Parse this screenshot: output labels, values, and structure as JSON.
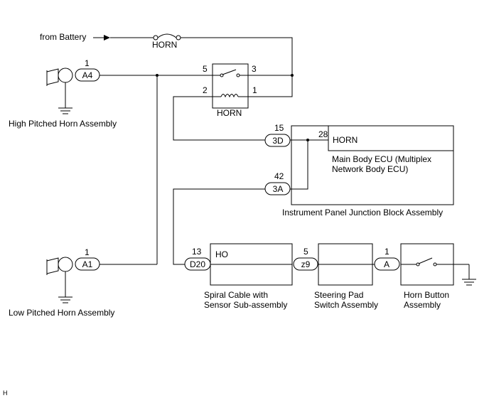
{
  "source": {
    "from_battery": "from Battery",
    "fuse": "HORN"
  },
  "relay": {
    "label": "HORN",
    "pin5": "5",
    "pin3": "3",
    "pin2": "2",
    "pin1": "1"
  },
  "high_horn": {
    "label": "High Pitched Horn Assembly",
    "connector": "A4",
    "pin": "1"
  },
  "low_horn": {
    "label": "Low Pitched Horn Assembly",
    "connector": "A1",
    "pin": "1"
  },
  "junction_block": {
    "label": "Instrument Panel Junction Block Assembly",
    "conn_top": "3D",
    "pin_top": "15",
    "conn_bottom": "3A",
    "pin_bottom": "42"
  },
  "main_ecu": {
    "label_line1": "Main Body ECU (Multiplex",
    "label_line2": "Network Body ECU)",
    "terminal": "HORN",
    "pin": "28"
  },
  "spiral": {
    "label_line1": "Spiral Cable with",
    "label_line2": "Sensor Sub-assembly",
    "terminal": "HO",
    "connector": "D20",
    "pin": "13"
  },
  "steering_pad": {
    "label_line1": "Steering Pad",
    "label_line2": "Switch Assembly",
    "connector": "z9",
    "pin": "5"
  },
  "horn_button": {
    "label_line1": "Horn Button",
    "label_line2": "Assembly",
    "connector": "A",
    "pin": "1"
  },
  "corner_mark": "H"
}
